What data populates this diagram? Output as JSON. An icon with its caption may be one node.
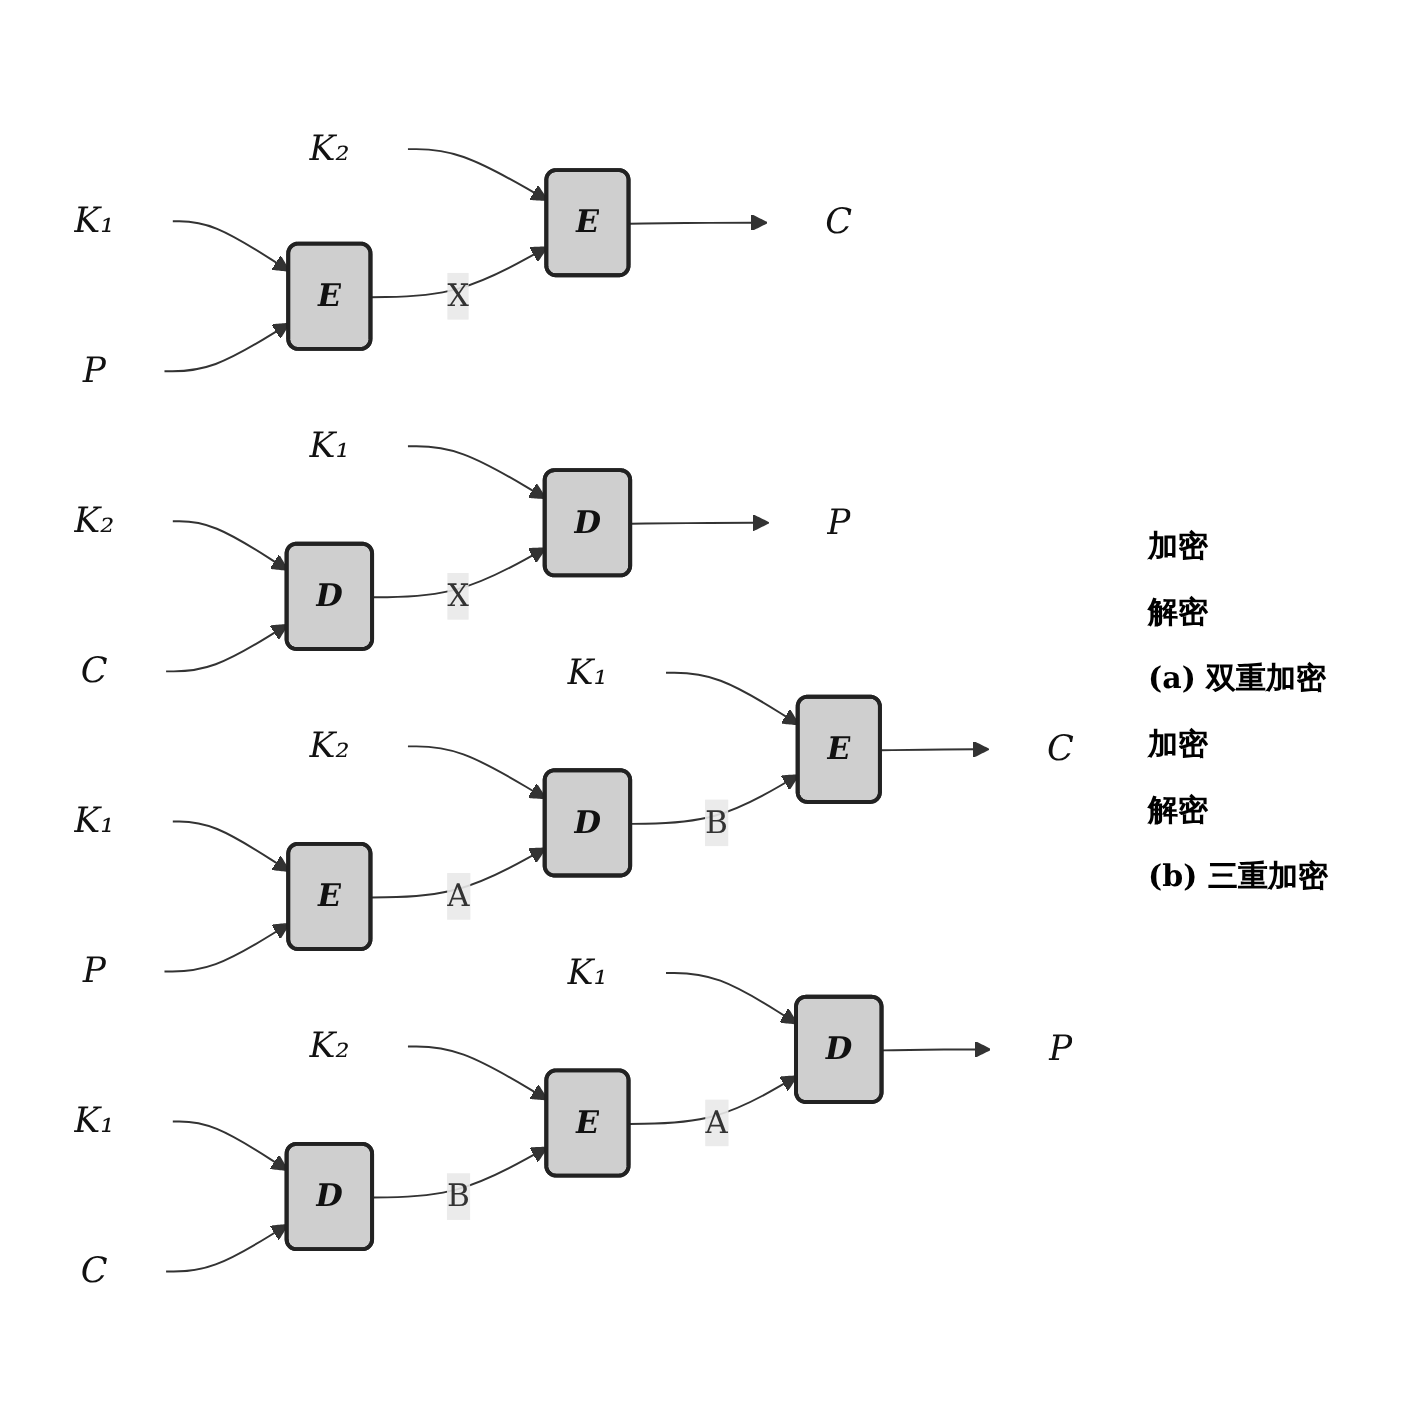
{
  "diagram": {
    "nodes": [
      {
        "text": [
          "K₁"
        ]
      },
      {
        "text": [
          "K₂"
        ]
      },
      {
        "text": [
          "P"
        ]
      },
      {
        "text": [
          "E"
        ]
      },
      {
        "text": [
          "E"
        ]
      },
      {
        "text": [
          "C"
        ]
      },
      {
        "text": [
          "K₂"
        ]
      },
      {
        "text": [
          "K₁"
        ]
      },
      {
        "text": [
          "C"
        ]
      },
      {
        "text": [
          "D"
        ]
      },
      {
        "text": [
          "D"
        ]
      },
      {
        "text": [
          "P"
        ]
      },
      {
        "text": [
          "K₁"
        ]
      },
      {
        "text": [
          "K₂"
        ]
      },
      {
        "text": [
          "K₁"
        ]
      },
      {
        "text": [
          "P"
        ]
      },
      {
        "text": [
          "E"
        ]
      },
      {
        "text": [
          "D"
        ]
      },
      {
        "text": [
          "E"
        ]
      },
      {
        "text": [
          "C"
        ]
      },
      {
        "text": [
          "K₁"
        ]
      },
      {
        "text": [
          "K₂"
        ]
      },
      {
        "text": [
          "K₁"
        ]
      },
      {
        "text": [
          "C"
        ]
      },
      {
        "text": [
          "D"
        ]
      },
      {
        "text": [
          "E"
        ]
      },
      {
        "text": [
          "D"
        ]
      },
      {
        "text": [
          "P"
        ]
      }
    ],
    "edges": [
      {
        "from": 0,
        "to": 3,
        "arrow": "to"
      },
      {
        "from": 1,
        "to": 4,
        "arrow": "to"
      },
      {
        "from": 2,
        "to": 3,
        "arrow": "to"
      },
      {
        "from": 3,
        "to": 4,
        "arrow": "to",
        "label": "X"
      },
      {
        "from": 4,
        "to": 5,
        "arrow": "to"
      },
      {
        "from": 6,
        "to": 9,
        "arrow": "to"
      },
      {
        "from": 7,
        "to": 10,
        "arrow": "to"
      },
      {
        "from": 8,
        "to": 9,
        "arrow": "to"
      },
      {
        "from": 9,
        "to": 10,
        "arrow": "to",
        "label": "X"
      },
      {
        "from": 10,
        "to": 11,
        "arrow": "to"
      },
      {
        "from": 12,
        "to": 16,
        "arrow": "to"
      },
      {
        "from": 13,
        "to": 17,
        "arrow": "to"
      },
      {
        "from": 14,
        "to": 18,
        "arrow": "to"
      },
      {
        "from": 15,
        "to": 16,
        "arrow": "to"
      },
      {
        "from": 16,
        "to": 17,
        "arrow": "to",
        "label": "A"
      },
      {
        "from": 17,
        "to": 18,
        "arrow": "to",
        "label": "B"
      },
      {
        "from": 18,
        "to": 19,
        "arrow": "to"
      },
      {
        "from": 20,
        "to": 24,
        "arrow": "to"
      },
      {
        "from": 21,
        "to": 25,
        "arrow": "to"
      },
      {
        "from": 22,
        "to": 26,
        "arrow": "to"
      },
      {
        "from": 23,
        "to": 24,
        "arrow": "to"
      },
      {
        "from": 24,
        "to": 25,
        "arrow": "to",
        "label": "B"
      },
      {
        "from": 25,
        "to": 26,
        "arrow": "to",
        "label": "A"
      },
      {
        "from": 26,
        "to": 27,
        "arrow": "to"
      }
    ],
    "labels": [
      "加密",
      "解密",
      "(a) 双重加密",
      "加密",
      "解密",
      "(b) 三重加密"
    ]
  }
}
